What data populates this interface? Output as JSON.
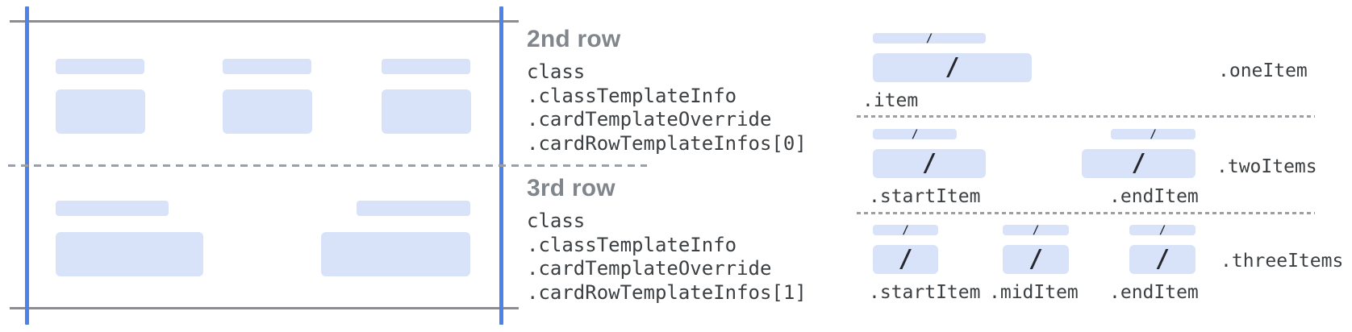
{
  "glyphs": {
    "slash": "/"
  },
  "colors": {
    "bar_fill": "#d8e2f9",
    "guide_blue": "#4d82e8",
    "guide_gray": "#8a8e93",
    "separator_gray": "#9aa0a6",
    "heading_gray": "#80868b",
    "code_text": "#3c4043"
  },
  "rows_panel": {
    "sections": [
      {
        "title": "2nd row",
        "code_lines": [
          "class",
          ".classTemplateInfo",
          ".cardTemplateOverride",
          ".cardRowTemplateInfos[0]"
        ]
      },
      {
        "title": "3rd row",
        "code_lines": [
          "class",
          ".classTemplateInfo",
          ".cardTemplateOverride",
          ".cardRowTemplateInfos[1]"
        ]
      }
    ]
  },
  "items_panel": {
    "rows": [
      {
        "name": ".oneItem",
        "item_labels": [
          ".item"
        ]
      },
      {
        "name": ".twoItems",
        "item_labels": [
          ".startItem",
          ".endItem"
        ]
      },
      {
        "name": ".threeItems",
        "item_labels": [
          ".startItem",
          ".midItem",
          ".endItem"
        ]
      }
    ]
  }
}
